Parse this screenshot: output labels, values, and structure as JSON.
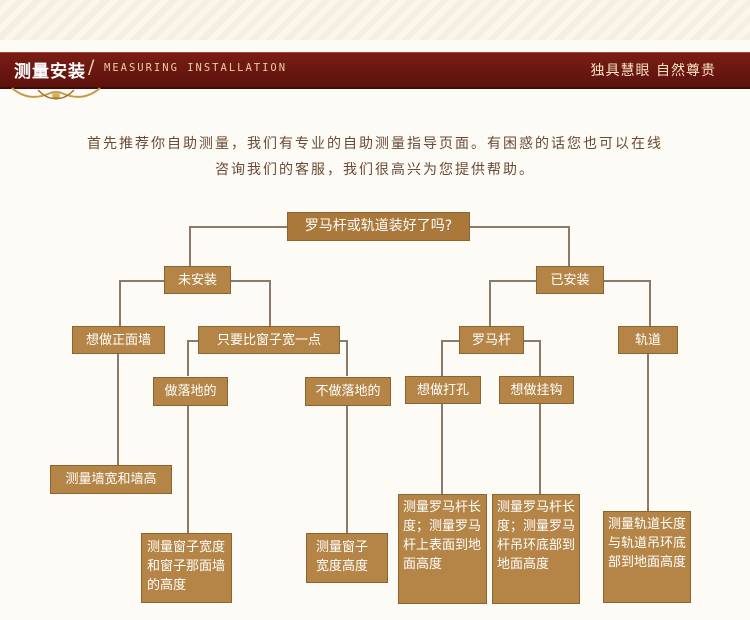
{
  "header": {
    "title": "测量安装",
    "slash": "/",
    "subtitle": "MEASURING INSTALLATION",
    "slogan": "独具慧眼  自然尊贵"
  },
  "intro": {
    "line1": "首先推荐你自助测量，我们有专业的自助测量指导页面。有困惑的话您也可以在线",
    "line2": "咨询我们的客服，我们很高兴为您提供帮助。"
  },
  "tree": {
    "root": "罗马杆或轨道装好了吗?",
    "not_installed": "未安装",
    "installed": "已安装",
    "front_wall": "想做正面墙",
    "wider_window": "只要比窗子宽一点",
    "floor_length": "做落地的",
    "not_floor_length": "不做落地的",
    "roman_rod": "罗马杆",
    "track": "轨道",
    "drill_hole": "想做打孔",
    "hook": "想做挂钩",
    "leaf_wall": "测量墙宽和墙高",
    "leaf_floor": "测量窗子宽度和窗子那面墙的高度",
    "leaf_not_floor": "测量窗子宽度高度",
    "leaf_drill": "测量罗马杆长度；测量罗马杆上表面到地面高度",
    "leaf_hook": "测量罗马杆长度；测量罗马杆吊环底部到地面高度",
    "leaf_track": "测量轨道长度与轨道吊环底部到地面高度"
  },
  "colors": {
    "banner": "#6a1710",
    "node": "#b48546",
    "line": "#8a7a6a",
    "intro_text": "#6b4a33"
  }
}
